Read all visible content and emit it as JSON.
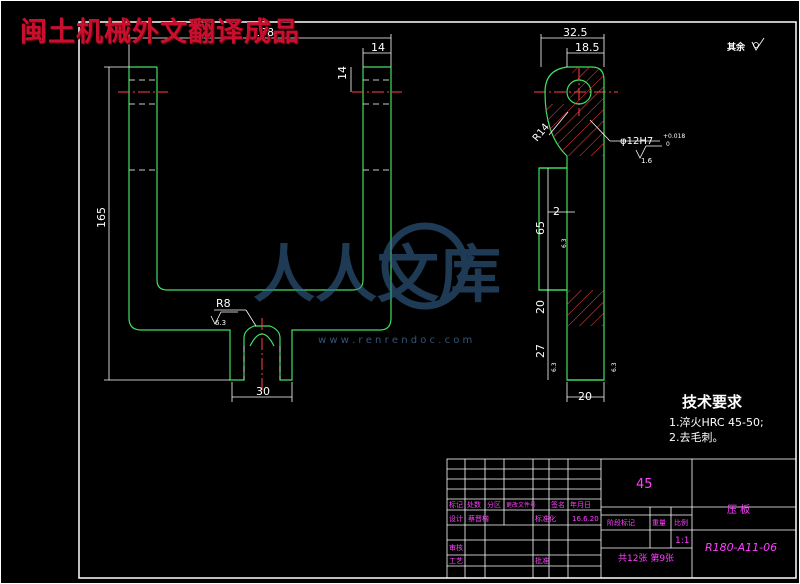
{
  "watermark": {
    "top_title": "闽土机械外文翻译成品",
    "brand_text": "人人文库",
    "url": "w w w . r e n r e n d o c . c o m"
  },
  "dimensions": {
    "width_138": "138",
    "top_14": "14",
    "side_14": "14",
    "height_165": "165",
    "radius_r8": "R8",
    "rough_63_a": "6.3",
    "bottom_30": "30",
    "side_32_5": "32.5",
    "side_18_5": "18.5",
    "radius_r14": "R14",
    "hole_fit": "φ12H7",
    "hole_tol_upper": "+0.018",
    "hole_tol_lower": "0",
    "rough_16": "1.6",
    "dim_2": "2",
    "dim_65": "65",
    "dim_20": "20",
    "dim_27": "27",
    "bottom_20": "20",
    "rough_side_1": "6.3",
    "rough_side_2": "6.3",
    "rough_side_3": "6.3"
  },
  "roughness_note": "其余",
  "tech_requirements": {
    "title": "技术要求",
    "line1_prefix": "1.淬火HRC",
    "line1_value": "45-50;",
    "line2": "2.去毛刺。"
  },
  "title_block": {
    "material": "45",
    "part_name": "压 板",
    "drawing_no": "R180-A11-06",
    "labels": {
      "biaoji": "标记",
      "chushu": "处数",
      "fenqu": "分区",
      "gengai": "更改文件号",
      "qianming": "签名",
      "nianyueri": "年月日",
      "sheji": "设计",
      "shejiren": "蔡晋楷",
      "biaozhunhua": "标准化",
      "date": "16.6.20",
      "jieduan": "阶段标记",
      "zhongliang": "重量",
      "bili": "比例",
      "shenhe": "审核",
      "gongyi": "工艺",
      "pizhun": "批准",
      "scale": "1:1",
      "sheets": "共12张 第9张"
    }
  }
}
